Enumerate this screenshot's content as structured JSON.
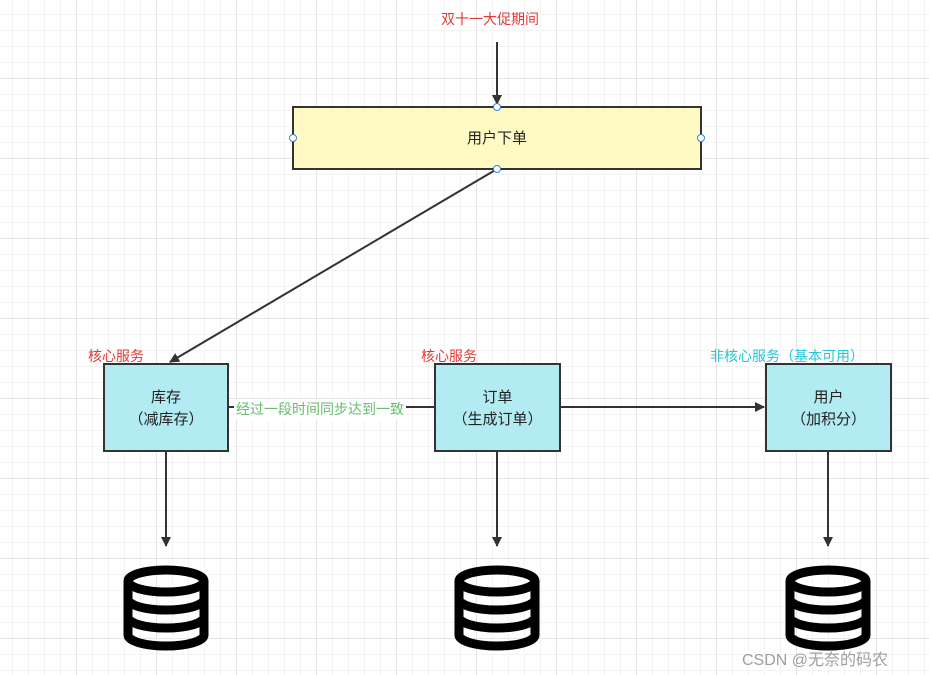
{
  "title": "双十一大促期间",
  "order_box": {
    "label": "用户下单"
  },
  "services": [
    {
      "tag": "核心服务",
      "line1": "库存",
      "line2": "（减库存）"
    },
    {
      "tag": "核心服务",
      "line1": "订单",
      "line2": "（生成订单）"
    },
    {
      "tag": "非核心服务（基本可用）",
      "line1": "用户",
      "line2": "（加积分）"
    }
  ],
  "sync_note": "经过一段时间同步达到一致",
  "watermark": "CSDN @无奈的码农",
  "colors": {
    "title": "#e53935",
    "core_tag": "#e53935",
    "noncore_tag": "#26c6da",
    "sync_note": "#66bb6a",
    "order_box_fill": "#fff9c4",
    "service_box_fill": "#b2ebf2"
  },
  "icons": [
    "database-icon",
    "database-icon",
    "database-icon"
  ]
}
